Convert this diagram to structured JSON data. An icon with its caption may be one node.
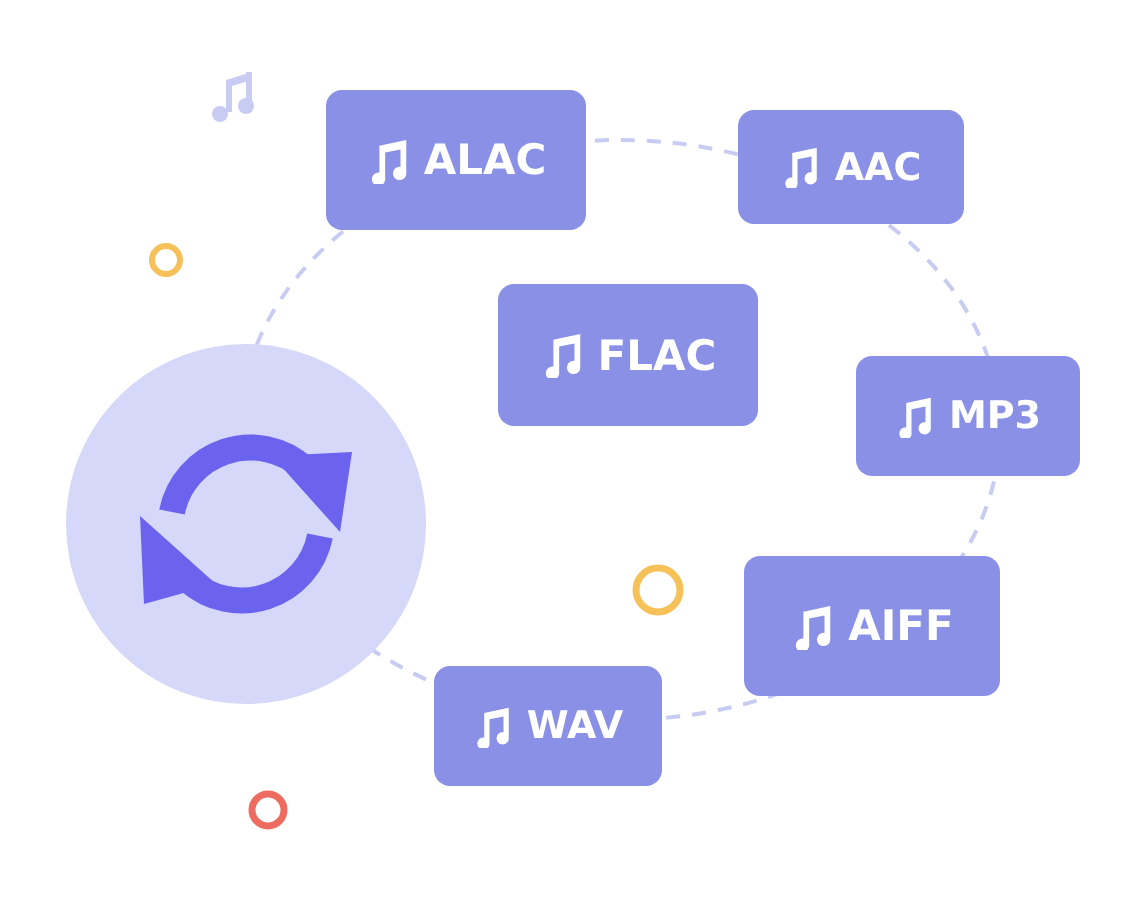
{
  "diagram": {
    "nodes": [
      {
        "text": [
          "ALAC"
        ]
      },
      {
        "text": [
          "AAC"
        ]
      },
      {
        "text": [
          "FLAC"
        ]
      },
      {
        "text": [
          "MP3"
        ]
      },
      {
        "text": [
          "AIFF"
        ]
      },
      {
        "text": [
          "WAV"
        ]
      }
    ]
  }
}
